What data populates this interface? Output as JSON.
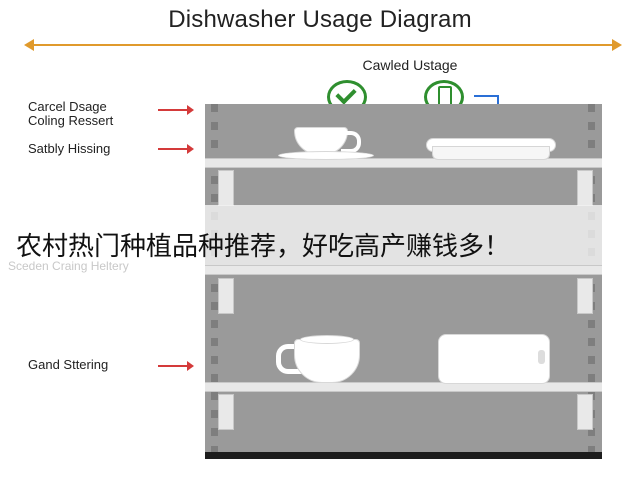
{
  "title": "Dishwasher Usage Diagram",
  "top_label": "Cawled Ustage",
  "side_labels": [
    {
      "text": "Carcel Dsage"
    },
    {
      "text": "Coling Ressert"
    },
    {
      "text": "Satbly Hissing"
    },
    {
      "text": "Sceden Craing Heltery"
    },
    {
      "text": "Gand Sttering"
    }
  ],
  "banner": "农村热门种植品种推荐，好吃高产赚钱多！",
  "colors": {
    "accent_orange": "#e09a2c",
    "check_green": "#2f8f2f",
    "arrow_red": "#d43a3a",
    "arrow_blue": "#2a6fd6",
    "shelf_gray": "#9a9a9a"
  },
  "icons": [
    "check-icon",
    "phone-icon"
  ]
}
